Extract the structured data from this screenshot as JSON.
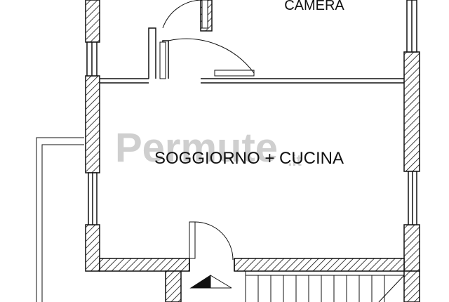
{
  "rooms": {
    "camera": "CAMERA",
    "soggiorno": "SOGGIORNO + CUCINA"
  },
  "watermark": {
    "main": "Permute",
    "suffix": ".it"
  },
  "colors": {
    "wall_outline": "#111111",
    "hatch": "#111111",
    "watermark": "#cfcfcf",
    "background": "#ffffff"
  }
}
